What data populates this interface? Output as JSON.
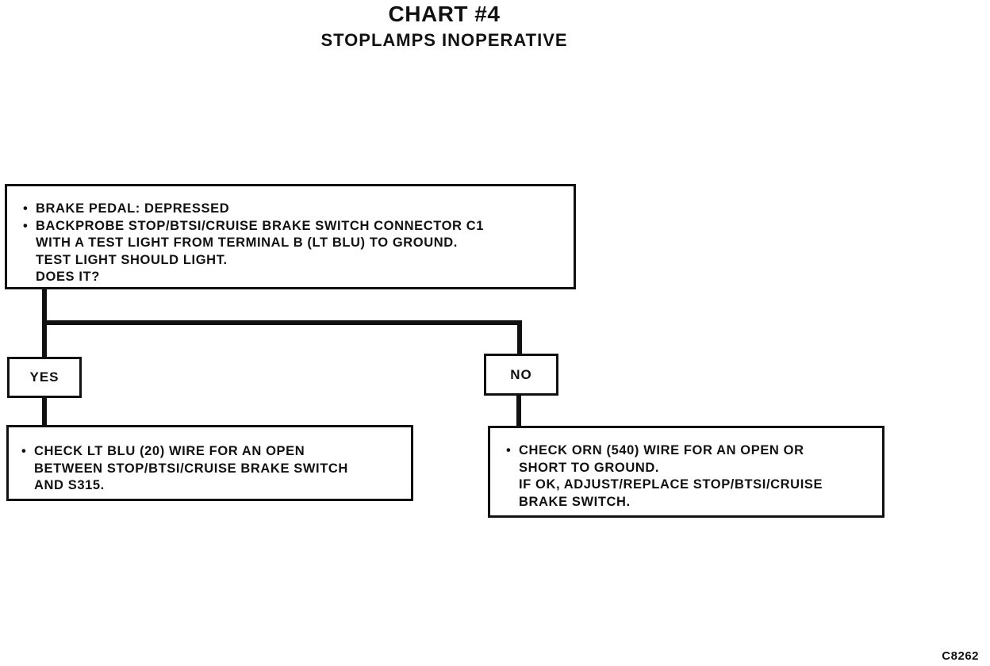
{
  "header": {
    "title": "CHART #4",
    "subtitle": "STOPLAMPS INOPERATIVE"
  },
  "test_box": {
    "items": [
      {
        "lines": [
          "BRAKE PEDAL: DEPRESSED"
        ]
      },
      {
        "lines": [
          "BACKPROBE STOP/BTSI/CRUISE BRAKE SWITCH CONNECTOR C1",
          "WITH A TEST LIGHT FROM TERMINAL B (LT BLU) TO GROUND.",
          "TEST LIGHT SHOULD LIGHT.",
          "DOES IT?"
        ]
      }
    ]
  },
  "branches": {
    "yes": {
      "label": "YES",
      "action": {
        "lines": [
          "CHECK LT BLU (20) WIRE FOR AN OPEN",
          "BETWEEN STOP/BTSI/CRUISE BRAKE SWITCH",
          "AND S315."
        ]
      }
    },
    "no": {
      "label": "NO",
      "action": {
        "lines": [
          "CHECK ORN (540) WIRE FOR AN OPEN OR",
          "SHORT TO GROUND.",
          "IF OK, ADJUST/REPLACE STOP/BTSI/CRUISE",
          "BRAKE SWITCH."
        ]
      }
    }
  },
  "figure_code": "C8262",
  "colors": {
    "ink": "#111111",
    "paper": "#ffffff"
  }
}
